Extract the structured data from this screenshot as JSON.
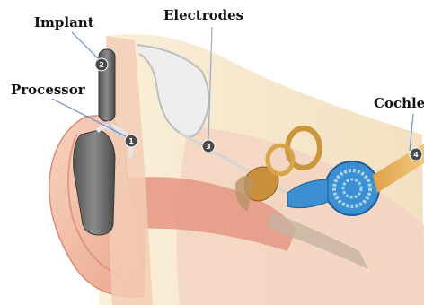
{
  "labels": {
    "implant": "Implant",
    "electrodes": "Electrodes",
    "processor": "Processor",
    "cochlea": "Cochlea"
  },
  "markers": {
    "processor": "1",
    "implant": "2",
    "electrodes": "3",
    "cochlea": "4"
  },
  "colors": {
    "skin": "#f1b9a2",
    "skin_dark": "#d9836d",
    "cochlea_blue": "#3c8fd0",
    "bone_gold": "#c98f3b",
    "device_gray": "#6e6e6e",
    "leader_line": "#6c8ec8"
  }
}
